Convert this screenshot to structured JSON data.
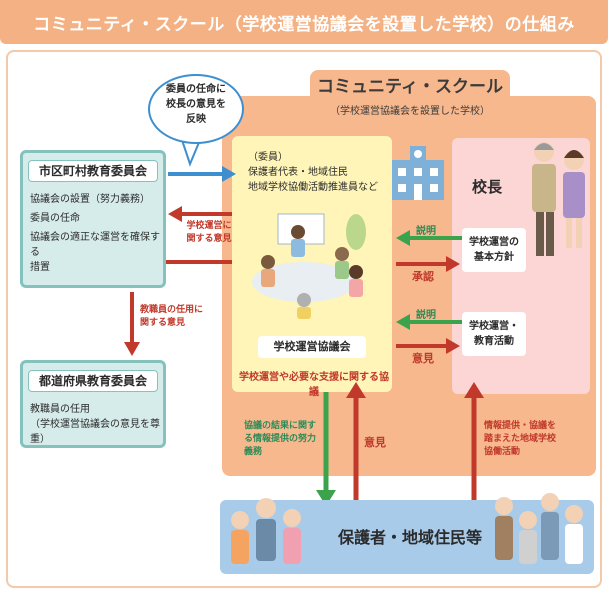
{
  "title": "コミュニティ・スクール（学校運営協議会を設置した学校）の仕組み",
  "community_school": {
    "title": "コミュニティ・スクール",
    "subtitle": "（学校運営協議会を設置した学校）"
  },
  "bubble": {
    "line1": "委員の任命に",
    "line2": "校長の意見を",
    "line3": "反映"
  },
  "board_city": {
    "title": "市区町村教育委員会",
    "line1": "協議会の設置（努力義務）",
    "line2": "委員の任命",
    "line3": "協議会の適正な運営を確保する",
    "line4": "措置"
  },
  "board_pref": {
    "title": "都道府県教育委員会",
    "line1": "教職員の任用",
    "line2": "（学校運営協議会の意見を尊重）"
  },
  "council": {
    "members_l1": "（委員）",
    "members_l2": "保護者代表・地域住民",
    "members_l3": "地域学校協働活動推進員など",
    "name": "学校運営協議会",
    "caption": "学校運営や必要な支援に関する協議"
  },
  "principal": {
    "label": "校長",
    "plan": "学校運営の基本方針",
    "plan_l1": "学校運営の",
    "plan_l2": "基本方針",
    "act_l1": "学校運営・",
    "act_l2": "教育活動"
  },
  "arrows": {
    "opinion_ops_l1": "学校運営に",
    "opinion_ops_l2": "関する意見",
    "opinion_staff_l1": "教職員の任用に",
    "opinion_staff_l2": "関する意見",
    "explain1": "説明",
    "approve": "承認",
    "explain2": "説明",
    "opinion": "意見",
    "info_l1": "協議の結果に関す",
    "info_l2": "る情報提供の努力",
    "info_l3": "義務",
    "opinion_up": "意見",
    "collab_l1": "情報提供・協議を",
    "collab_l2": "踏まえた地域学校",
    "collab_l3": "協働活動"
  },
  "residents": {
    "label": "保護者・地域住民等"
  },
  "colors": {
    "orange": "#f7b88e",
    "yellow": "#fff5b8",
    "pink": "#fcd5d5",
    "teal": "#85c2be",
    "blue_arrow": "#3d8fd0",
    "red_arrow": "#c0392b",
    "green_arrow": "#3aa34b",
    "band": "#a9cbea"
  }
}
